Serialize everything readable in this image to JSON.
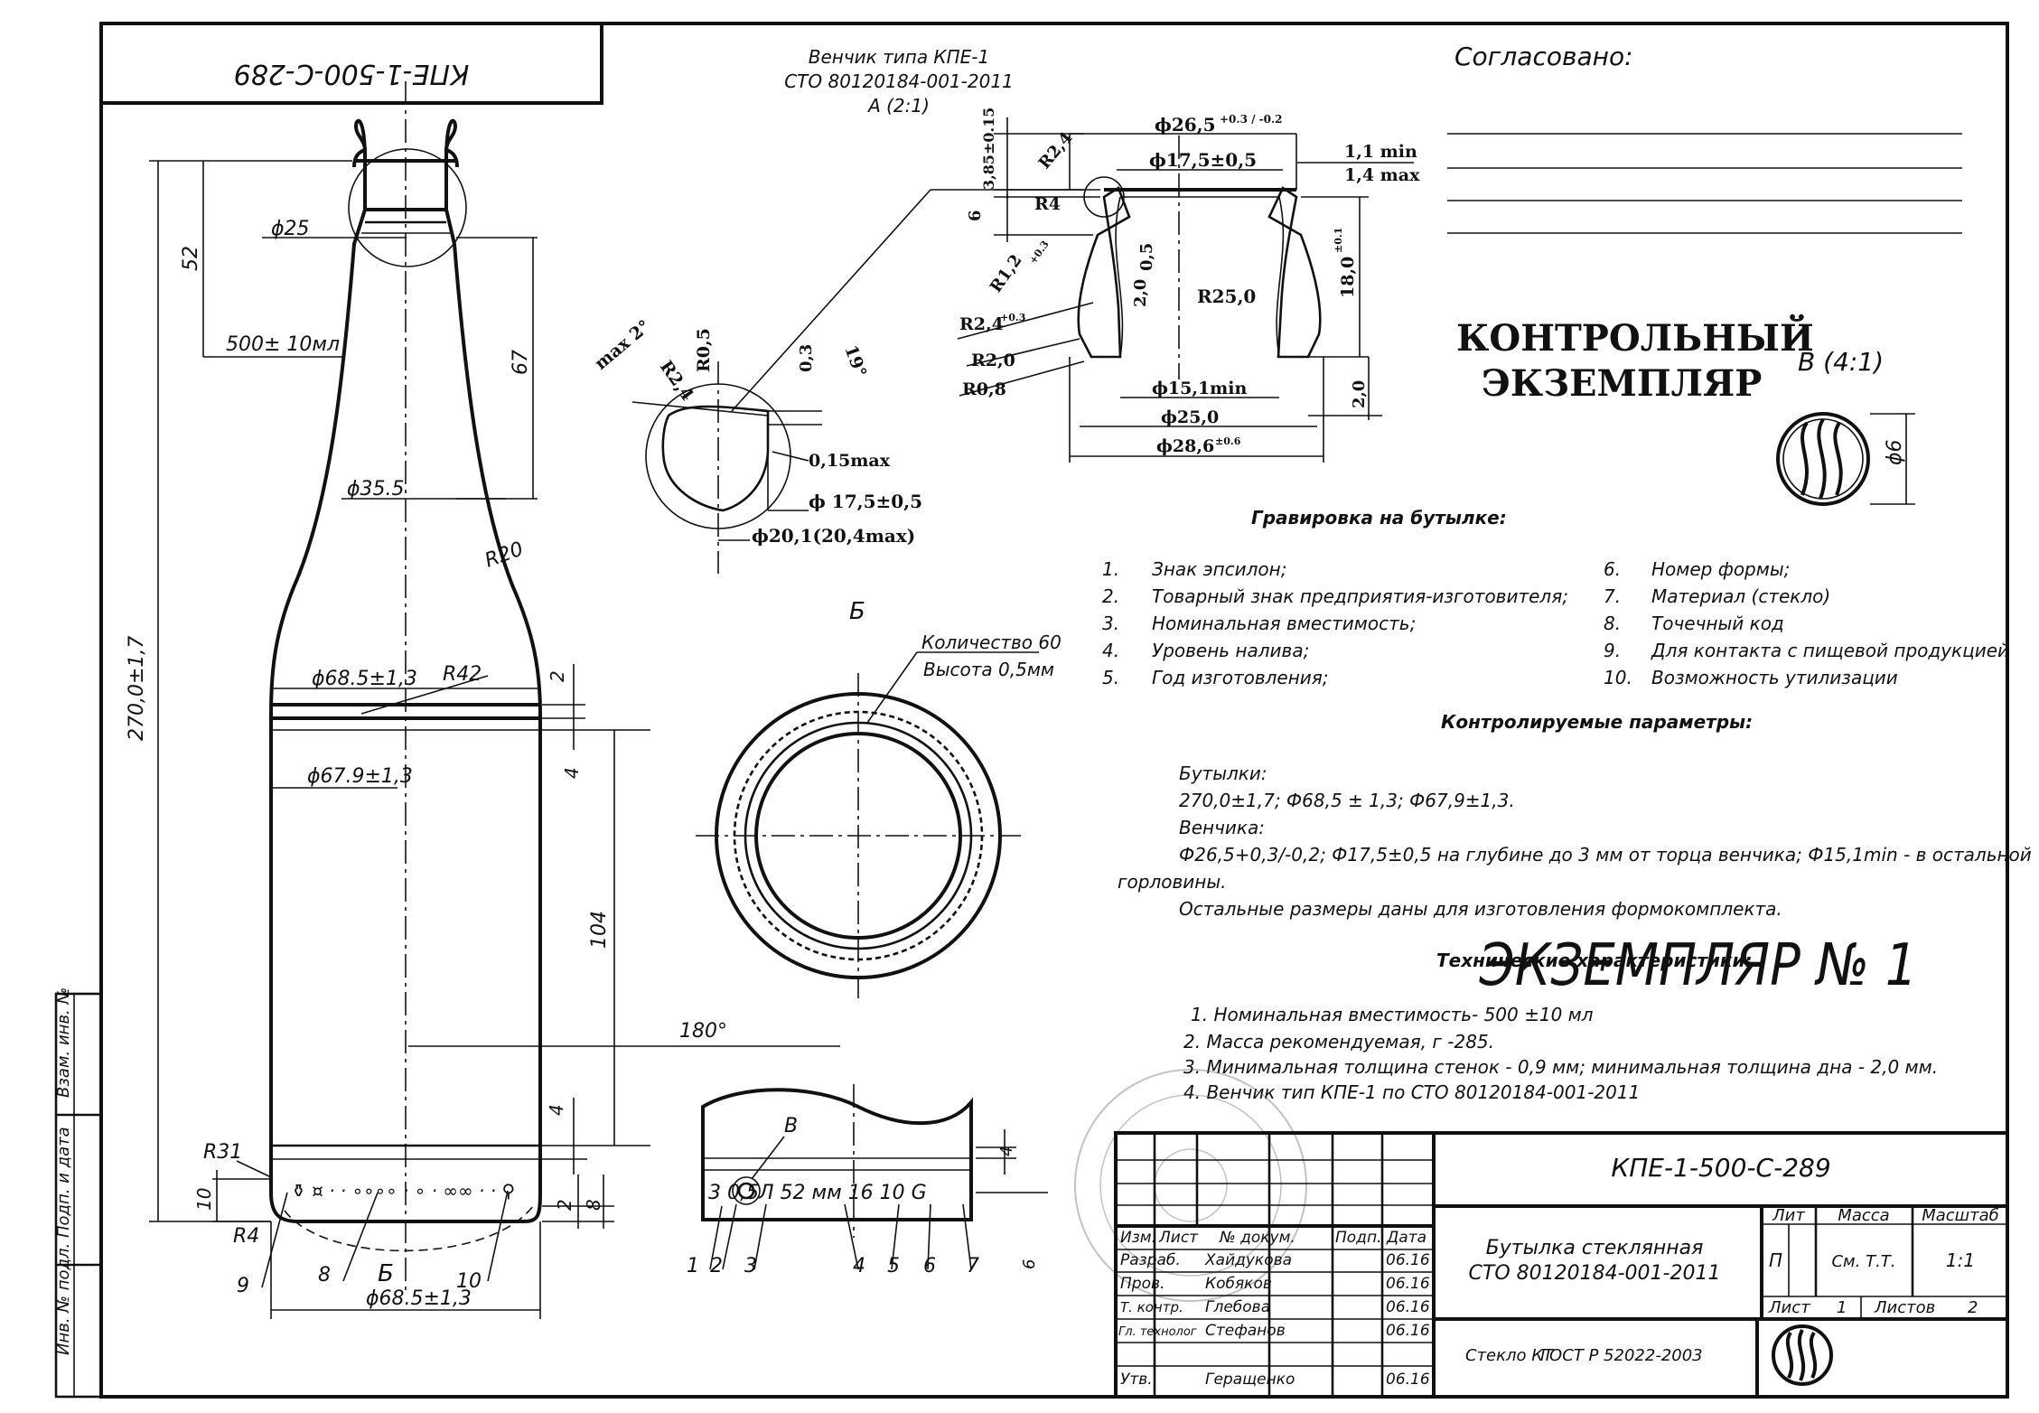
{
  "rotated_code": "КПЕ-1-500-С-289",
  "crown": {
    "title": "Венчик типа КПЕ-1",
    "std": "СТО 80120184-001-2011",
    "view": "А (2:1)"
  },
  "agreed": "Согласовано:",
  "control_stamp": [
    "КОНТРОЛЬНЫЙ",
    "ЭКЗЕМПЛЯР"
  ],
  "view_b": "В (4:1)",
  "view_b_dim": "ϕ6",
  "blue_stamp": "ЭКЗЕМПЛЯР № 1",
  "bottle_dims": {
    "d25": "ϕ25",
    "d52": "52",
    "vol": "500± 10мл",
    "d67": "67",
    "d355": "ϕ35.5",
    "r20": "R20",
    "h270": "270,0±1,7",
    "d685": "ϕ68.5±1,3",
    "r42": "R42",
    "d2a": "2",
    "d4a": "4",
    "d679": "ϕ67.9±1,3",
    "d104": "104",
    "d4b": "4",
    "r31": "R31",
    "d10": "10",
    "r4": "R4",
    "d2b": "2",
    "d8": "8",
    "d685b": "ϕ68.5±1,3",
    "n9": "9",
    "n8": "8",
    "nB": "Б",
    "n10": "10"
  },
  "crown_dims": {
    "d265": "ϕ26,5",
    "d265tol": "+0.3 / -0.2",
    "d175": "ϕ17,5±0,5",
    "min11": "1,1 min",
    "max14": "1,4 max",
    "h385": "3,85±0.15",
    "r24a": "R2,4",
    "r4": "R4",
    "h6": "6",
    "r12": "R1,2",
    "r12tol": "+0.3",
    "h20": "2,0",
    "h05": "0,5",
    "r250": "R25,0",
    "h180": "18,0",
    "h180tol": "±0.1",
    "r24b": "R2,4",
    "r24btol": "+0.3",
    "r20": "R2,0",
    "r08": "R0,8",
    "d151": "ϕ15,1min",
    "d250": "ϕ25,0",
    "d286": "ϕ28,6",
    "d286tol": "±0.6",
    "h20b": "2,0"
  },
  "detail_dims": {
    "max2": "max 2°",
    "r24": "R2,4",
    "r05": "R0,5",
    "h03": "0,3",
    "a19": "19°",
    "max015": "0,15max",
    "d175": "ϕ 17,5±0,5",
    "d201": "ϕ20,1(20,4max)"
  },
  "section_b": "Б",
  "knurl": [
    "Количество 60",
    "Высота 0,5мм"
  ],
  "angle180": "180°",
  "bottom_view": {
    "b_label": "В",
    "marks": "3  0,5Л  52 мм  16  10  G",
    "d4": "4",
    "d6": "6",
    "nums": [
      "1",
      "2",
      "3",
      "4",
      "5",
      "6",
      "7"
    ]
  },
  "engraving": {
    "title": "Гравировка на бутылке:",
    "left": [
      [
        "1.",
        "Знак эпсилон;"
      ],
      [
        "2.",
        "Товарный знак предприятия-изготовителя;"
      ],
      [
        "3.",
        "Номинальная вместимость;"
      ],
      [
        "4.",
        "Уровень налива;"
      ],
      [
        "5.",
        "Год изготовления;"
      ]
    ],
    "right": [
      [
        "6.",
        "Номер формы;"
      ],
      [
        "7.",
        "Материал (стекло)"
      ],
      [
        "8.",
        "Точечный код"
      ],
      [
        "9.",
        "Для контакта с пищевой продукцией"
      ],
      [
        "10.",
        "Возможность утилизации"
      ]
    ]
  },
  "controlled": {
    "title": "Контролируемые параметры:",
    "lines": [
      "Бутылки:",
      "270,0±1,7;  Ф68,5 ± 1,3;  Ф67,9±1,3.",
      "Венчика:",
      "Ф26,5+0,3/-0,2;  Ф17,5±0,5 на глубине до 3 мм от торца венчика;  Ф15,1min - в остальной части",
      "горловины.",
      "Остальные размеры даны для изготовления формокомплекта."
    ]
  },
  "tech": {
    "title": "Технические характеристики:",
    "lines": [
      "1. Номинальная вместимость- 500 ±10 мл",
      "2. Масса рекомендуемая, г -285.",
      "3. Минимальная толщина стенок - 0,9 мм; минимальная толщина дна - 2,0 мм.",
      "4. Венчик тип  КПЕ-1 по СТО 80120184-001-2011"
    ]
  },
  "side_stamps": [
    "Инв. № подл.",
    "Подп. и дата",
    "Взам. инв. №"
  ],
  "title_block": {
    "code": "КПЕ-1-500-С-289",
    "name1": "Бутылка стеклянная",
    "name2": "СТО 80120184-001-2011",
    "hdr": [
      "Изм.",
      "Лист",
      "№ докум.",
      "Подп.",
      "Дата"
    ],
    "rows": [
      [
        "Разраб.",
        "Хайдукова",
        "06.16"
      ],
      [
        "Пров.",
        "Кобяков",
        "06.16"
      ],
      [
        "Т. контр.",
        "Глебова",
        "06.16"
      ],
      [
        "Гл. технолог",
        "Стефанов",
        "06.16"
      ],
      [
        "",
        "",
        ""
      ],
      [
        "Утв.",
        "Геращенко",
        "06.16"
      ]
    ],
    "lit": "Лит",
    "mass": "Масса",
    "scale": "Масштаб",
    "lit_val": "П",
    "mass_val": "См. Т.Т.",
    "scale_val": "1:1",
    "sheet": "Лист",
    "sheet_val": "1",
    "sheets": "Листов",
    "sheets_val": "2",
    "material": "Стекло КТ",
    "gost": "ГОСТ Р 52022-2003"
  }
}
